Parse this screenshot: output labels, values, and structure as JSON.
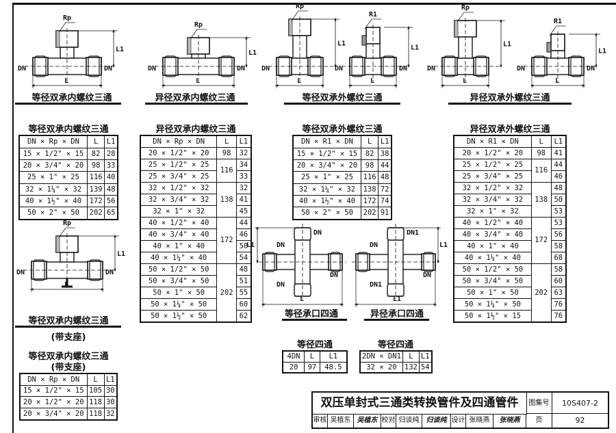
{
  "drawings": {
    "top_titles": [
      "等径双承内螺纹三通",
      "异径双承内螺纹三通",
      "等径双承外螺纹三通",
      "异径双承外螺纹三通"
    ],
    "support_title": "等径双承内螺纹三通",
    "support_subtitle": "(带支座)",
    "cross_titles": [
      "等径承口四通",
      "异径承口四通"
    ],
    "labels": {
      "dn": "DN",
      "dn1": "DN1",
      "rp": "Rp",
      "r1": "R1",
      "l": "L",
      "l1": "L1"
    }
  },
  "tables": [
    {
      "title": "等径双承内螺纹三通",
      "headers": [
        "DN × Rp × DN",
        "L",
        "L1"
      ],
      "merge_L": false,
      "rows": [
        [
          "15 × 1/2\" × 15",
          "82",
          "28"
        ],
        [
          "20 × 3/4\" × 20",
          "98",
          "33"
        ],
        [
          "25 × 1\" × 25",
          "116",
          "40"
        ],
        [
          "32 × 1¼\" × 32",
          "139",
          "48"
        ],
        [
          "40 × 1½\" × 40",
          "172",
          "56"
        ],
        [
          "50 × 2\" × 50",
          "202",
          "65"
        ]
      ]
    },
    {
      "title": "异径双承内螺纹三通",
      "headers": [
        "DN × Rp × DN",
        "L",
        "L1"
      ],
      "merge_L": true,
      "rows": [
        [
          "20 × 1/2\" × 20",
          "98",
          "32"
        ],
        [
          "25 × 1/2\" × 25",
          "116",
          "34"
        ],
        [
          "25 × 3/4\" × 25",
          "116",
          "33"
        ],
        [
          "32 × 1/2\" × 32",
          "138",
          "32"
        ],
        [
          "32 × 3/4\" × 32",
          "138",
          "41"
        ],
        [
          "32 × 1\" × 32",
          "138",
          "45"
        ],
        [
          "40 × 1/2\" × 40",
          "172",
          "44"
        ],
        [
          "40 × 3/4\" × 40",
          "172",
          "46"
        ],
        [
          "40 × 1\" × 40",
          "172",
          "50"
        ],
        [
          "40 × 1¼\" × 40",
          "172",
          "54"
        ],
        [
          "50 × 1/2\" × 50",
          "202",
          "48"
        ],
        [
          "50 × 3/4\" × 50",
          "202",
          "51"
        ],
        [
          "50 × 1\" × 50",
          "202",
          "55"
        ],
        [
          "50 × 1¼\" × 50",
          "202",
          "60"
        ],
        [
          "50 × 1½\" × 50",
          "202",
          "62"
        ]
      ]
    },
    {
      "title": "等径双承外螺纹三通",
      "headers": [
        "DN × R1 × DN",
        "L",
        "L1"
      ],
      "merge_L": false,
      "rows": [
        [
          "15 × 1/2\" × 15",
          "82",
          "38"
        ],
        [
          "20 × 3/4\" × 20",
          "98",
          "44"
        ],
        [
          "25 × 1\" × 25",
          "116",
          "48"
        ],
        [
          "32 × 1¼\" × 32",
          "138",
          "72"
        ],
        [
          "40 × 1½\" × 40",
          "172",
          "74"
        ],
        [
          "50 × 2\" × 50",
          "202",
          "91"
        ]
      ]
    },
    {
      "title": "异径双承外螺纹三通",
      "headers": [
        "DN × R1 × DN",
        "L",
        "L1"
      ],
      "merge_L": true,
      "rows": [
        [
          "20 × 1/2\" × 20",
          "98",
          "41"
        ],
        [
          "25 × 1/2\" × 25",
          "116",
          "44"
        ],
        [
          "25 × 3/4\" × 25",
          "116",
          "46"
        ],
        [
          "32 × 1/2\" × 32",
          "138",
          "48"
        ],
        [
          "32 × 3/4\" × 32",
          "138",
          "50"
        ],
        [
          "32 × 1\" × 32",
          "138",
          "53"
        ],
        [
          "40 × 1/2\" × 40",
          "172",
          "53"
        ],
        [
          "40 × 3/4\" × 40",
          "172",
          "56"
        ],
        [
          "40 × 1\" × 40",
          "172",
          "58"
        ],
        [
          "40 × 1¼\" × 40",
          "172",
          "68"
        ],
        [
          "50 × 1/2\" × 50",
          "202",
          "58"
        ],
        [
          "50 × 3/4\" × 50",
          "202",
          "60"
        ],
        [
          "50 × 1\" × 50",
          "202",
          "63"
        ],
        [
          "50 × 1¼\" × 50",
          "202",
          "76"
        ],
        [
          "50 × 1½\" × 15",
          "202",
          "76"
        ]
      ]
    },
    {
      "title": "等径双承内螺纹三通",
      "subtitle": "(带支座)",
      "headers": [
        "DN × Rp × DN",
        "L",
        "L1"
      ],
      "merge_L": false,
      "rows": [
        [
          "15 × 1/2\" × 15",
          "105",
          "30"
        ],
        [
          "20 × 1/2\" × 20",
          "118",
          "30"
        ],
        [
          "20 × 3/4\" × 20",
          "118",
          "32"
        ]
      ]
    },
    {
      "title": "等径四通",
      "headers": [
        "4DN",
        "L",
        "L1"
      ],
      "merge_L": false,
      "rows": [
        [
          "20",
          "97",
          "48.5"
        ]
      ]
    },
    {
      "title": "等径四通",
      "headers": [
        "2DN × DN1",
        "L",
        "L1"
      ],
      "merge_L": false,
      "rows": [
        [
          "32 × 20",
          "132",
          "54"
        ]
      ]
    }
  ],
  "title_block": {
    "title": "双压单封式三通类转换管件及四通管件",
    "atlas_no_label": "图集号",
    "atlas_no": "10S407-2",
    "review_label": "审核",
    "reviewer": "吴植东",
    "reviewer_sig": "吴植东",
    "check_label": "校对",
    "checker": "归谈纯",
    "checker_sig": "归谈纯",
    "design_label": "设计",
    "designer": "张晓燕",
    "designer_sig": "张晓燕",
    "page_label": "页",
    "page": "92"
  }
}
